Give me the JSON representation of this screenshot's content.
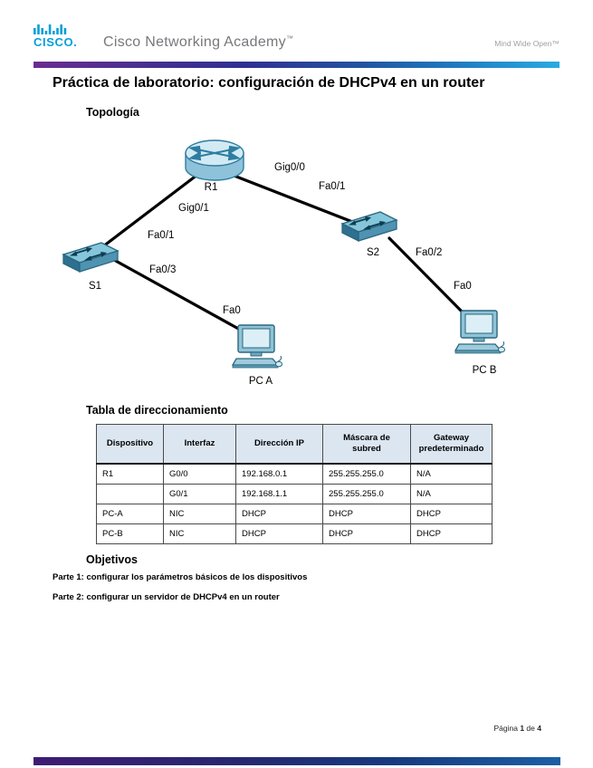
{
  "header": {
    "brand": "CISCO.",
    "academy": "Cisco Networking Academy",
    "academy_mark": "™",
    "tagline": "Mind Wide Open™"
  },
  "title": "Práctica de laboratorio: configuración de DHCPv4 en un router",
  "topology": {
    "heading": "Topología",
    "labels": {
      "r1": "R1",
      "s1": "S1",
      "s2": "S2",
      "pca": "PC A",
      "pcb": "PC B",
      "r1_gig00": "Gig0/0",
      "r1_gig01": "Gig0/1",
      "s1_uplink": "Fa0/1",
      "s2_uplink": "Fa0/1",
      "s1_fa03": "Fa0/3",
      "s2_fa02": "Fa0/2",
      "pca_fa0": "Fa0",
      "pcb_fa0": "Fa0"
    }
  },
  "address_table": {
    "heading": "Tabla de direccionamiento",
    "columns": [
      "Dispositivo",
      "Interfaz",
      "Dirección IP",
      "Máscara de subred",
      "Gateway predeterminado"
    ],
    "rows": [
      [
        "R1",
        "G0/0",
        "192.168.0.1",
        "255.255.255.0",
        "N/A"
      ],
      [
        "",
        "G0/1",
        "192.168.1.1",
        "255.255.255.0",
        "N/A"
      ],
      [
        "PC-A",
        "NIC",
        "DHCP",
        "DHCP",
        "DHCP"
      ],
      [
        "PC-B",
        "NIC",
        "DHCP",
        "DHCP",
        "DHCP"
      ]
    ]
  },
  "objectives": {
    "heading": "Objetivos",
    "items": [
      "Parte 1: configurar los parámetros básicos de los dispositivos",
      "Parte 2: configurar un servidor de DHCPv4 en un router"
    ]
  },
  "footer": {
    "page_prefix": "Página",
    "page_number": "1",
    "page_of": "de",
    "page_total": "4"
  },
  "colors": {
    "cisco_blue": "#049fd9",
    "bar_gradient_left": "#6b2c91",
    "bar_gradient_mid": "#2e3192",
    "bar_gradient_right": "#29abe2",
    "table_header_bg": "#dce6f1",
    "device_fill": "#8fc3d6",
    "device_outline": "#2a6780"
  }
}
